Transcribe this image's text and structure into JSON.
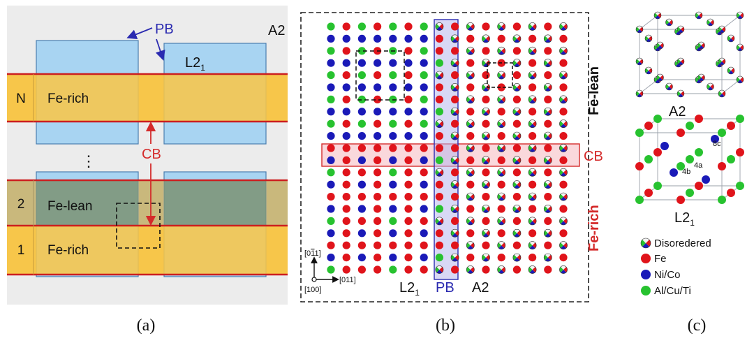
{
  "panel_a": {
    "caption": "(a)",
    "pb_label": "PB",
    "a2_label": "A2",
    "l21_label": "L2",
    "l21_sub": "1",
    "cb_label": "CB",
    "dots": "⋮",
    "layers": [
      {
        "index": "N",
        "label": "Fe-rich"
      },
      {
        "index": "2",
        "label": "Fe-lean"
      },
      {
        "index": "1",
        "label": "Fe-rich"
      }
    ]
  },
  "panel_b": {
    "caption": "(b)",
    "fe_lean": "Fe-lean",
    "fe_rich": "Fe-rich",
    "cb_label": "CB",
    "pb_label": "PB",
    "l21_label": "L2",
    "l21_sub": "1",
    "a2_label": "A2",
    "axis_up": "[0",
    "axis_up_bar": "1",
    "axis_up_end": "1]",
    "axis_right": "[011]",
    "axis_origin": "[100]"
  },
  "panel_c": {
    "caption": "(c)",
    "a2_label": "A2",
    "l21_label": "L2",
    "l21_sub": "1",
    "site_8c": "8c",
    "site_4a": "4a",
    "site_4b": "4b",
    "legend": [
      {
        "label": "Disoredered",
        "kind": "disordered"
      },
      {
        "label": "Fe",
        "color": "#e0141b"
      },
      {
        "label": "Ni/Co",
        "color": "#1a1ab8"
      },
      {
        "label": "Al/Cu/Ti",
        "color": "#27c22f"
      }
    ]
  },
  "colors": {
    "fe": "#e0141b",
    "nico": "#1a1ab8",
    "alcuti": "#27c22f",
    "rich_band": "#f7c64a",
    "lean_band": "#8aa58a",
    "grain_blue": "#a8d4f2",
    "boundary_red": "#cc1f1f",
    "pb_blue": "#2a2ab0",
    "cb_red": "#d42a2a"
  }
}
